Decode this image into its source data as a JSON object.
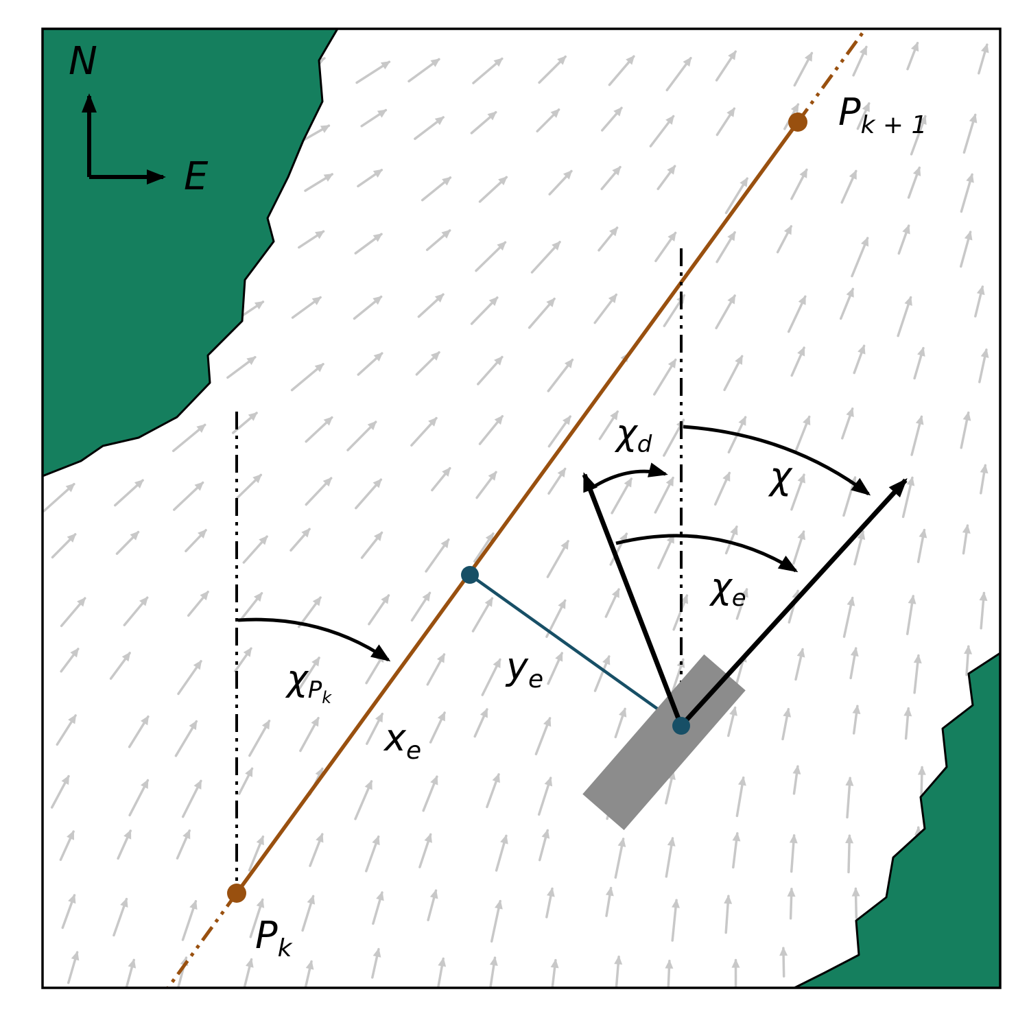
{
  "colors": {
    "bg": "#ffffff",
    "ink": "#000000",
    "land": "#157f5e",
    "path": "#99500f",
    "blue": "#174f66",
    "vehicle": "#8c8c8c",
    "flow": "#c8c8c8"
  },
  "compass": {
    "north": "N",
    "east": "E"
  },
  "labels": {
    "waypoint_next": {
      "main": "P",
      "sub": "k + 1"
    },
    "waypoint_prev": {
      "main": "P",
      "sub": "k"
    },
    "along_track": {
      "main": "x",
      "sub": "e"
    },
    "cross_track": {
      "main": "y",
      "sub": "e"
    },
    "path_course": {
      "main": "χ",
      "sub": "P",
      "sub2": "k"
    },
    "desired_course": {
      "main": "χ",
      "sub": "d"
    },
    "course": {
      "main": "χ",
      "sub": ""
    },
    "course_error": {
      "main": "χ",
      "sub": "e"
    }
  },
  "flow_field": {
    "spacing": 88,
    "length": 50,
    "jitter": 15,
    "base_angle_deg": 10,
    "max_angle_deg": 93,
    "dist_scale": 1780
  }
}
